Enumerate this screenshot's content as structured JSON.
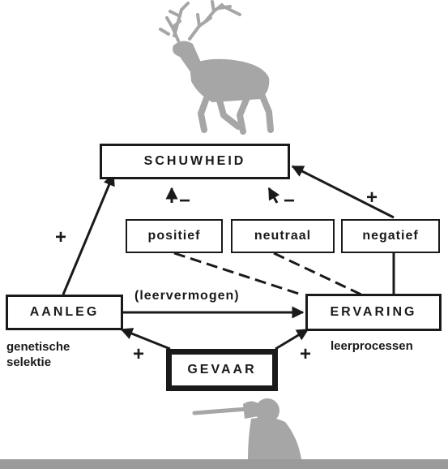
{
  "nodes": {
    "schuwheid": "SCHUWHEID",
    "aanleg": "AANLEG",
    "ervaring": "ERVARING",
    "gevaar": "GEVAAR",
    "positief": "positief",
    "neutraal": "neutraal",
    "negatief": "negatief"
  },
  "labels": {
    "leervermogen": "(leervermogen)",
    "genetische_line1": "genetische",
    "genetische_line2": "selektie",
    "leerprocessen": "leerprocessen"
  },
  "signs": {
    "aanleg_schuwheid": "+",
    "negatief_schuwheid": "+",
    "positief_schuwheid": "−",
    "neutraal_schuwheid": "−",
    "gevaar_aanleg": "+",
    "gevaar_ervaring": "+"
  },
  "icons": {
    "top": "deer-silhouette-icon",
    "bottom": "hunter-with-rifle-icon"
  },
  "colors": {
    "ink": "#1a1a1a",
    "silhouette": "#a6a6a6",
    "ground": "#9a9a9a"
  }
}
